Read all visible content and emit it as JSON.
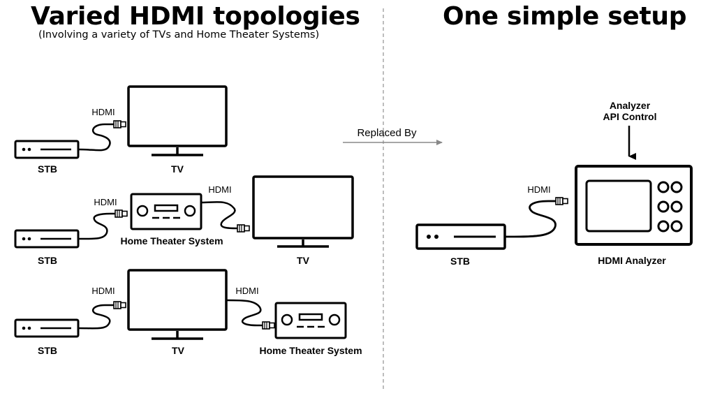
{
  "left": {
    "title": "Varied HDMI topologies",
    "subtitle": "(Involving a variety of TVs and Home Theater Systems)"
  },
  "right": {
    "title": "One simple setup"
  },
  "replaced_by": "Replaced By",
  "labels": {
    "hdmi": "HDMI",
    "stb": "STB",
    "tv": "TV",
    "home_theater": "Home Theater System",
    "hdmi_analyzer": "HDMI Analyzer",
    "analyzer_line1": "Analyzer",
    "analyzer_line2": "API Control"
  },
  "colors": {
    "stroke": "#000000",
    "divider": "#999999",
    "arrow": "#888888",
    "background": "#ffffff"
  }
}
